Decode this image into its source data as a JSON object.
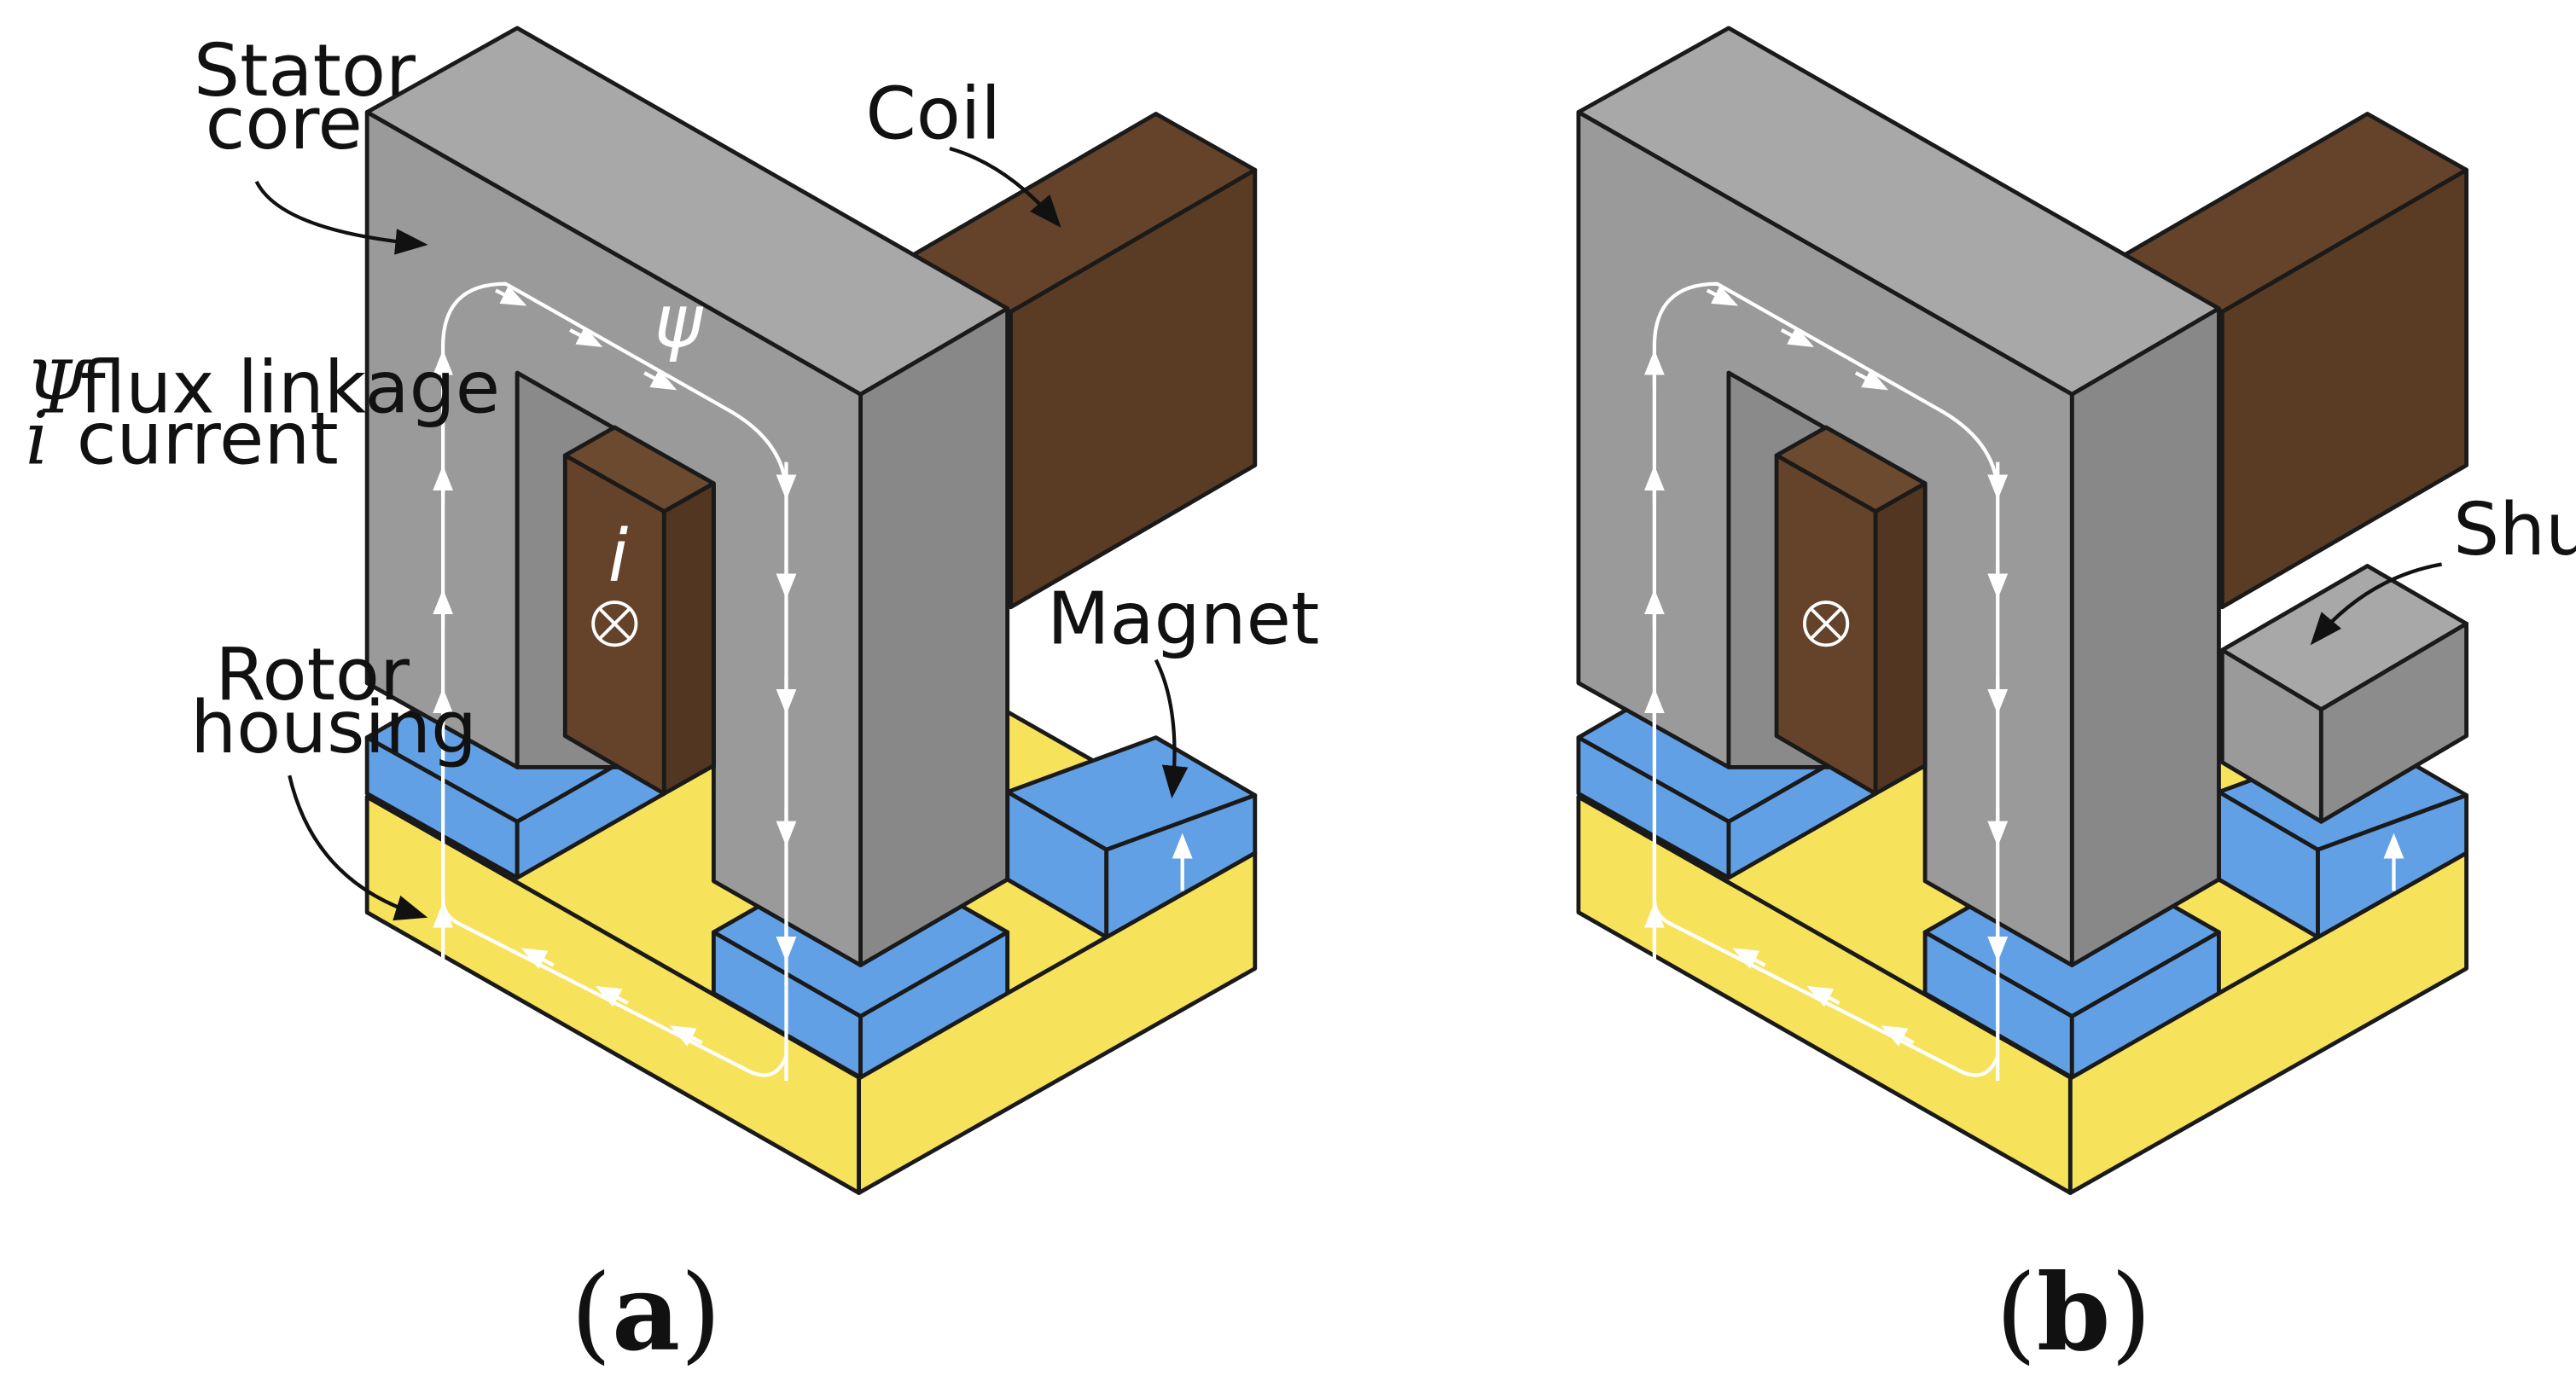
{
  "colors": {
    "core_front": "#9a9a9a",
    "core_top": "#a8a8a8",
    "core_side": "#888888",
    "coil": "#64432a",
    "magnet": "#62a0e6",
    "housing": "#f7e25c",
    "flux_line": "#ffffff"
  },
  "labels": {
    "stator_core": [
      "Stator",
      "core"
    ],
    "coil": "Coil",
    "magnet": "Magnet",
    "rotor_housing": [
      "Rotor",
      "housing"
    ],
    "shunt": "Shunt",
    "flux_symbol": "ψ",
    "current_symbol": "i"
  },
  "legend": {
    "flux_symbol": "Ψ",
    "flux_text": "flux linkage",
    "current_symbol": "i",
    "current_text": "current"
  },
  "panels": [
    {
      "id": "a",
      "letter": "a"
    },
    {
      "id": "b",
      "letter": "b"
    }
  ]
}
